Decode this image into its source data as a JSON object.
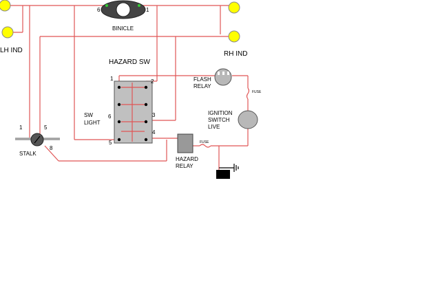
{
  "labels": {
    "binicle": "BINICLE",
    "lh_ind": "LH IND",
    "rh_ind": "RH IND",
    "hazard_sw": "HAZARD SW",
    "flash_relay_1": "FLASH",
    "flash_relay_2": "RELAY",
    "sw_light_1": "SW",
    "sw_light_2": "LIGHT",
    "ignition_1": "IGNITION",
    "ignition_2": "SWITCH",
    "ignition_3": "LIVE",
    "stalk": "STALK",
    "hazard_relay_1": "HAZARD",
    "hazard_relay_2": "RELAY",
    "fuse_top": "FUSE",
    "fuse_bottom": "FUSE"
  },
  "pins": {
    "binicle_left": "6",
    "binicle_right": "1",
    "sw_1": "1",
    "sw_2": "2",
    "sw_3": "3",
    "sw_4": "4",
    "sw_5": "5",
    "sw_6": "6",
    "stalk_1": "1",
    "stalk_5": "5",
    "stalk_8": "8"
  },
  "colors": {
    "wire": "#e05555",
    "lamp": "#ffff00",
    "binicle_body": "#444444",
    "binicle_led": "#33cc33",
    "switch_body": "#c0c0c0",
    "relay_body": "#999999",
    "ignition_body": "#b8b8b8"
  }
}
